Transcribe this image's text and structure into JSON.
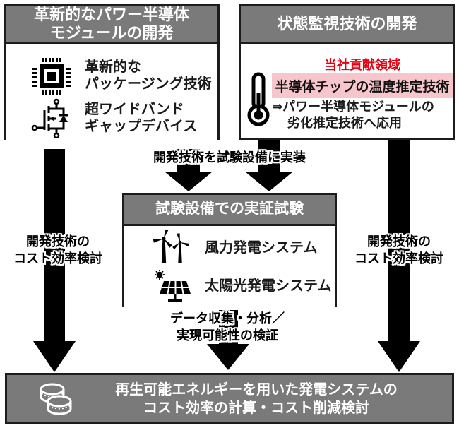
{
  "colors": {
    "header_bg": "#7a7a7a",
    "border": "#1c1c1c",
    "arrow": "#000000",
    "accent_red": "#e60012",
    "highlight_pink": "#f7c6cc",
    "box_bg": "#ffffff",
    "text_light": "#ffffff"
  },
  "left_box": {
    "title_line1": "革新的なパワー半導体",
    "title_line2": "モジュールの開発",
    "items": [
      {
        "icon": "chip-icon",
        "line1": "革新的な",
        "line2": "パッケージング技術"
      },
      {
        "icon": "mosfet-icon",
        "line1": "超ワイドバンド",
        "line2": "ギャップデバイス"
      }
    ]
  },
  "right_box": {
    "title": "状態監視技術の開発",
    "contribution_label": "当社貢献領域",
    "highlight_text": "半導体チップの温度推定技術",
    "note_line1": "⇒パワー半導体モジュールの",
    "note_line2": "劣化推定技術へ応用",
    "icon": "thermometer-icon"
  },
  "center_box": {
    "title": "試験設備での実証試験",
    "items": [
      {
        "icon": "wind-turbine-icon",
        "label": "風力発電システム"
      },
      {
        "icon": "solar-panel-icon",
        "label": "太陽光発電システム"
      }
    ]
  },
  "bottom_box": {
    "icon": "coins-icon",
    "line1": "再生可能エネルギーを用いた発電システムの",
    "line2": "コスト効率の計算・コスト削減検討"
  },
  "flow_labels": {
    "implement": "開発技術を試験設備に実装",
    "left_cost_line1": "開発技術の",
    "left_cost_line2": "コスト効率検討",
    "right_cost_line1": "開発技術の",
    "right_cost_line2": "コスト効率検討",
    "data_line1": "データ収集・分析／",
    "data_line2": "実現可能性の検証"
  }
}
